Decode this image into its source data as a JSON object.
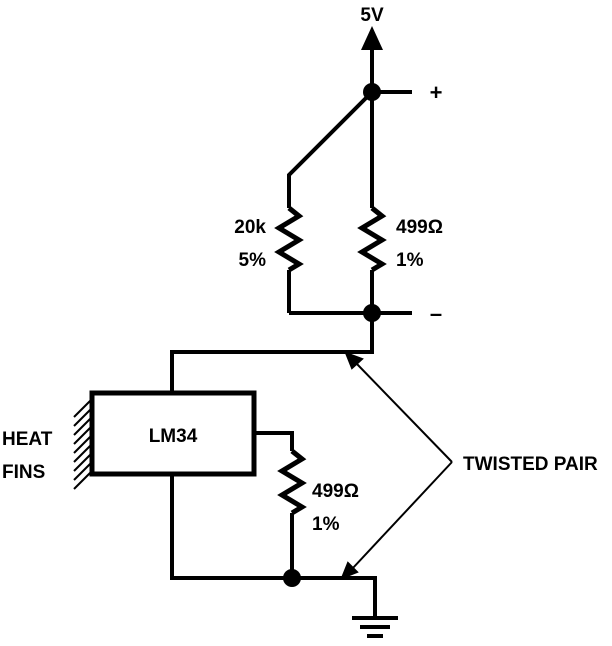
{
  "diagram": {
    "supply_label": "5V",
    "plus_label": "+",
    "minus_label": "–",
    "resistor_20k": {
      "value": "20k",
      "tolerance": "5%"
    },
    "resistor_499_top": {
      "value": "499Ω",
      "tolerance": "1%"
    },
    "resistor_499_bottom": {
      "value": "499Ω",
      "tolerance": "1%"
    },
    "sensor_label": "LM34",
    "heat_fins_label": {
      "line1": "HEAT",
      "line2": "FINS"
    },
    "twisted_pair_label": "TWISTED PAIR"
  }
}
